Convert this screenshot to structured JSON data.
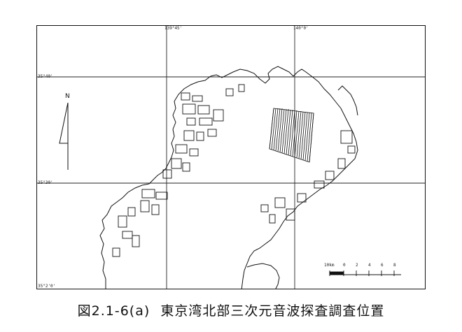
{
  "caption": {
    "figure_no": "図2.1-6(a)",
    "title": "東京湾北部三次元音波探査調査位置"
  },
  "map": {
    "north_label": "N",
    "coordinates": {
      "top_1": "139°45'",
      "top_2": "140°0'",
      "left_1": "35°40'",
      "left_2": "35°30'",
      "left_3": "35°2'0'"
    },
    "scale_bar": {
      "labels": [
        "10km",
        "0",
        "2",
        "4",
        "6",
        "8"
      ]
    }
  },
  "colors": {
    "ink": "#111111",
    "paper": "#ffffff"
  },
  "icons": [
    "north-arrow-icon",
    "survey-area-hatch"
  ]
}
